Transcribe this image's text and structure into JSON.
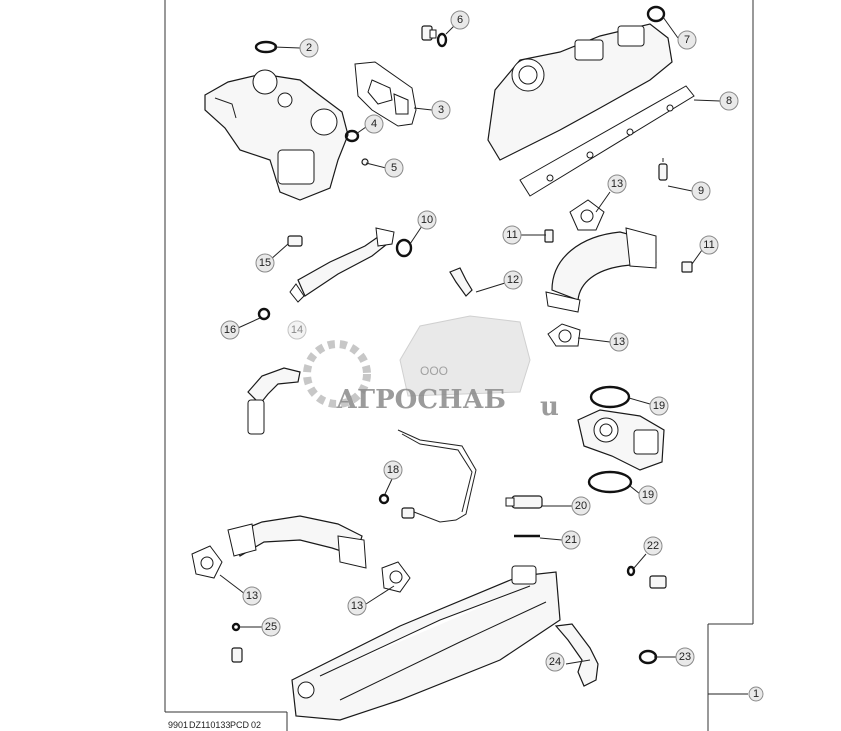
{
  "footer": {
    "part_code": "9901",
    "drawing_id": "DZ110133",
    "drawing_type": "PCD",
    "sheet": "02"
  },
  "watermark": {
    "company_prefix": "ООО",
    "company_name": "АГРОСНАБ",
    "suffix": "u"
  },
  "assembly_callout": "1",
  "callouts": [
    {
      "label": "2"
    },
    {
      "label": "3"
    },
    {
      "label": "4"
    },
    {
      "label": "5"
    },
    {
      "label": "6"
    },
    {
      "label": "7"
    },
    {
      "label": "8"
    },
    {
      "label": "9"
    },
    {
      "label": "10"
    },
    {
      "label": "11"
    },
    {
      "label": "11"
    },
    {
      "label": "12"
    },
    {
      "label": "13"
    },
    {
      "label": "13"
    },
    {
      "label": "13"
    },
    {
      "label": "13"
    },
    {
      "label": "14"
    },
    {
      "label": "15"
    },
    {
      "label": "16"
    },
    {
      "label": "18"
    },
    {
      "label": "19"
    },
    {
      "label": "19"
    },
    {
      "label": "20"
    },
    {
      "label": "21"
    },
    {
      "label": "22"
    },
    {
      "label": "23"
    },
    {
      "label": "24"
    },
    {
      "label": "25"
    }
  ]
}
